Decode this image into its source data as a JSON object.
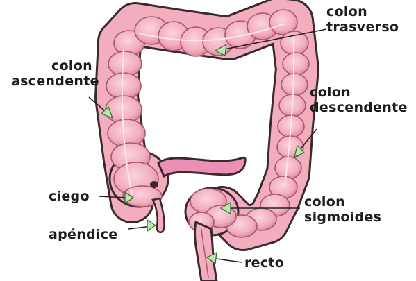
{
  "labels": {
    "transverse": [
      "colon",
      "trasverso"
    ],
    "ascending": [
      "colon",
      "ascendente"
    ],
    "descending": [
      "colon",
      "descendente"
    ],
    "cecum": "ciego",
    "sigmoid": [
      "colon",
      "sigmoides"
    ],
    "appendix": "apéndice",
    "rectum": "recto"
  },
  "colors": {
    "tissue_fill": "#f2aebe",
    "tissue_dark": "#e48aa2",
    "outline": "#3a2a2e",
    "ileum": "#ec8fb6",
    "arrow_fill": "#b8e8b0",
    "leader": "#222222"
  }
}
